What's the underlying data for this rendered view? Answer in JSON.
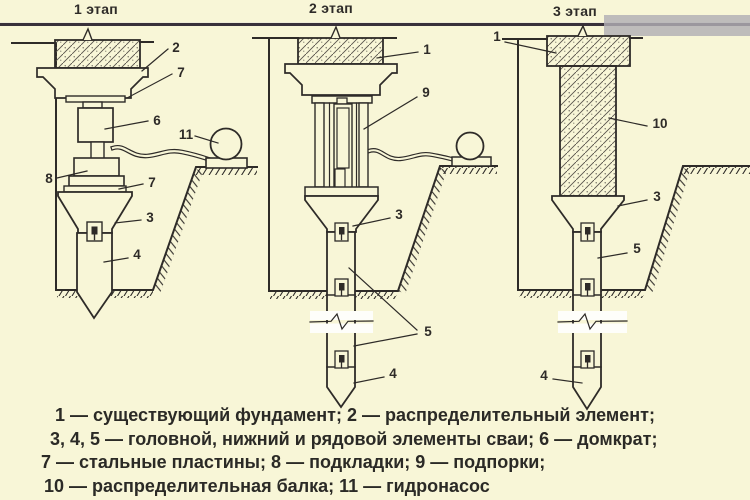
{
  "stages": [
    {
      "title": "1 этап",
      "callouts": [
        "2",
        "7",
        "6",
        "11",
        "8",
        "7",
        "3",
        "4"
      ]
    },
    {
      "title": "2 этап",
      "callouts": [
        "1",
        "9",
        "3",
        "5",
        "4"
      ]
    },
    {
      "title": "3 этап",
      "callouts": [
        "1",
        "10",
        "3",
        "5",
        "4"
      ]
    }
  ],
  "legend": {
    "lines": [
      "1 — существующий фундамент; 2 — распределительный элемент;",
      "3, 4, 5 — головной, нижний и рядовой элементы сваи; 6 — домкрат;",
      "7 — стальные пластины; 8 — подкладки; 9 — подпорки;",
      "10 — распределительная балка; 11 — гидронасос"
    ]
  },
  "colors": {
    "background": "#f8f6d7",
    "ink": "#2e2b28",
    "separator_line": "#39313b",
    "scrollbar_gray": "#b1aeb5",
    "break_band_white": "#fefefa"
  }
}
